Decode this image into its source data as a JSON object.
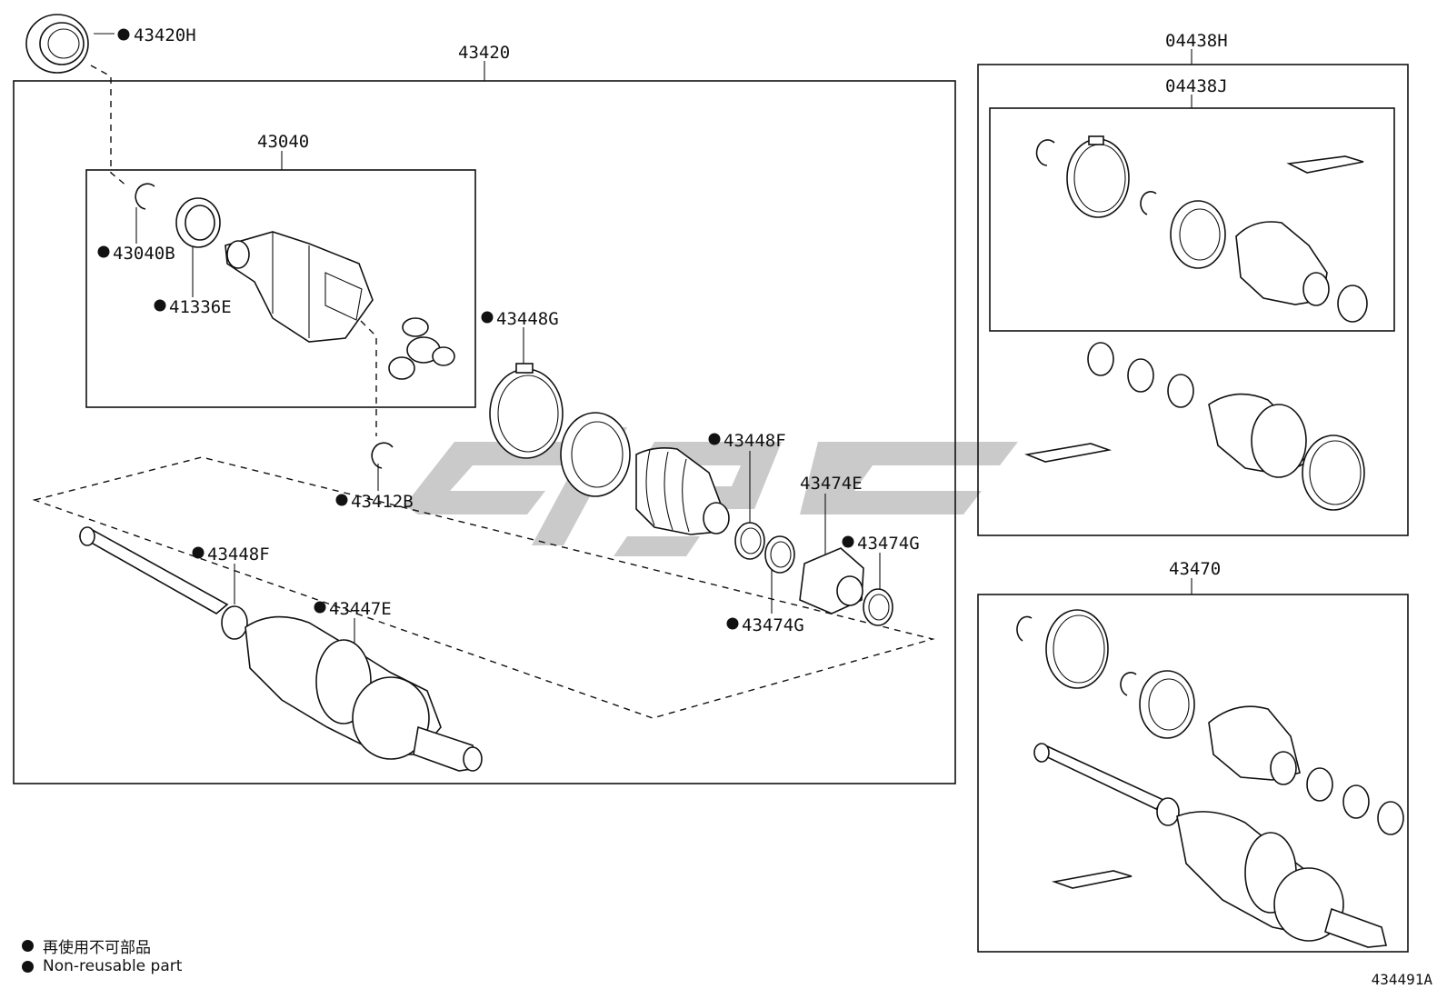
{
  "callouts": {
    "p43420H": "43420H",
    "p43420": "43420",
    "p43040": "43040",
    "p43040B": "43040B",
    "p41336E": "41336E",
    "p43448G": "43448G",
    "p43412B": "43412B",
    "p43448F_a": "43448F",
    "p43448F_b": "43448F",
    "p43474E": "43474E",
    "p43474G_a": "43474G",
    "p43474G_b": "43474G",
    "p43447E": "43447E",
    "p04438H": "04438H",
    "p04438J": "04438J",
    "p43470": "43470"
  },
  "legend": {
    "line1": "再使用不可部品",
    "line2": "Non-reusable part"
  },
  "figure_code": "434491A",
  "colors": {
    "ink": "#111111",
    "watermark": "#b8b8b8"
  }
}
